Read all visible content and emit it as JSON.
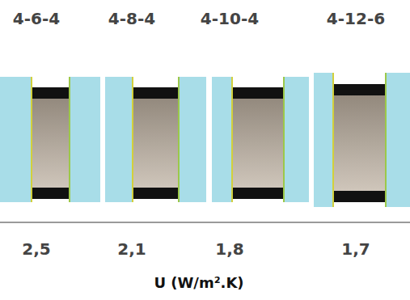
{
  "diagram": {
    "labels": [
      "4-6-4",
      "4-8-4",
      "4-10-4",
      "4-12-6",
      "2,5",
      "2,1",
      "1,8",
      "1,7",
      "U (W/m².K)"
    ]
  }
}
